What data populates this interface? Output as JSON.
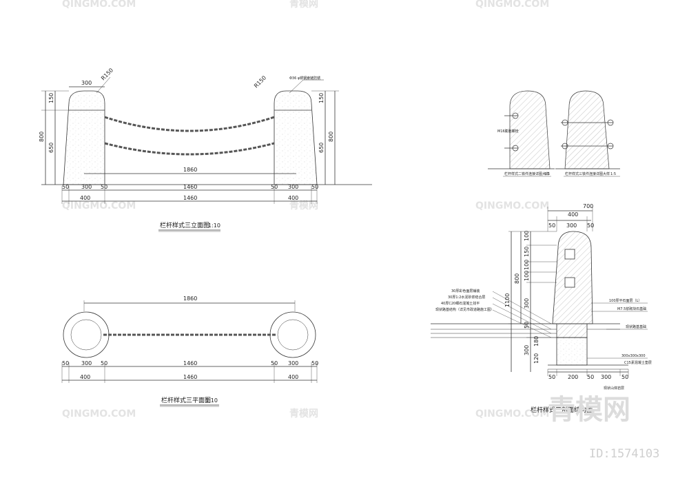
{
  "drawing": {
    "elevation": {
      "title": "栏杆样式三立面图",
      "scale": "1:10",
      "dims": {
        "post_top": "300",
        "radius_left": "R150",
        "radius_right": "R150",
        "cap_h": "150",
        "shaft_h": "650",
        "total_h": "800",
        "span_chain": "1860",
        "seg_50": "50",
        "seg_300": "300",
        "seg_1460": "1460",
        "seg_400": "400"
      },
      "chain_note": "Φ36 φ锈钢索链防锈"
    },
    "plan": {
      "title": "栏杆样式三平面图",
      "scale": "1:10",
      "dims": {
        "span": "1860",
        "seg_50": "50",
        "seg_300": "300",
        "seg_1460": "1460",
        "seg_400": "400"
      }
    },
    "details": {
      "left_label": "栏杆样式二铁件连接详图大样",
      "left_scale": "1:5",
      "right_label": "栏杆样式三铁件连接详图大样",
      "right_scale": "1:5",
      "small_note": "M16膨胀螺栓"
    },
    "section": {
      "title": "栏杆样式三剖面结构图",
      "dims_top": {
        "w700": "700",
        "w400": "400",
        "s50a": "50",
        "s300": "300",
        "s50b": "50"
      },
      "dims_left": {
        "h100a": "100",
        "h150": "150",
        "h100b": "100",
        "h100c": "100",
        "h300": "300",
        "h800": "800",
        "h1100": "1100",
        "h50": "50",
        "h180": "180",
        "h120": "120",
        "h300b": "300"
      },
      "dims_bottom": {
        "b50a": "50",
        "b200": "200",
        "b50b": "50",
        "b300": "300",
        "b50c": "50"
      },
      "layers": [
        "30厚彩色面层铺装",
        "30厚1:2水泥砂浆结合层",
        "40厚C20细石混凝土找平",
        "现状路基结构（详见市政道路施工图）"
      ],
      "right_notes": [
        "100厚平石面层（L）",
        "M7.5浆砌块石基础",
        "现状路基基础",
        "300x300x300",
        "C15素混凝土垫层"
      ],
      "bottom_note": "现状山体岩层"
    }
  },
  "watermark": {
    "brand_en": "QINGMO.COM",
    "brand_cn": "青模网",
    "logo_big": "青模网",
    "id_text": "ID:1574103"
  }
}
